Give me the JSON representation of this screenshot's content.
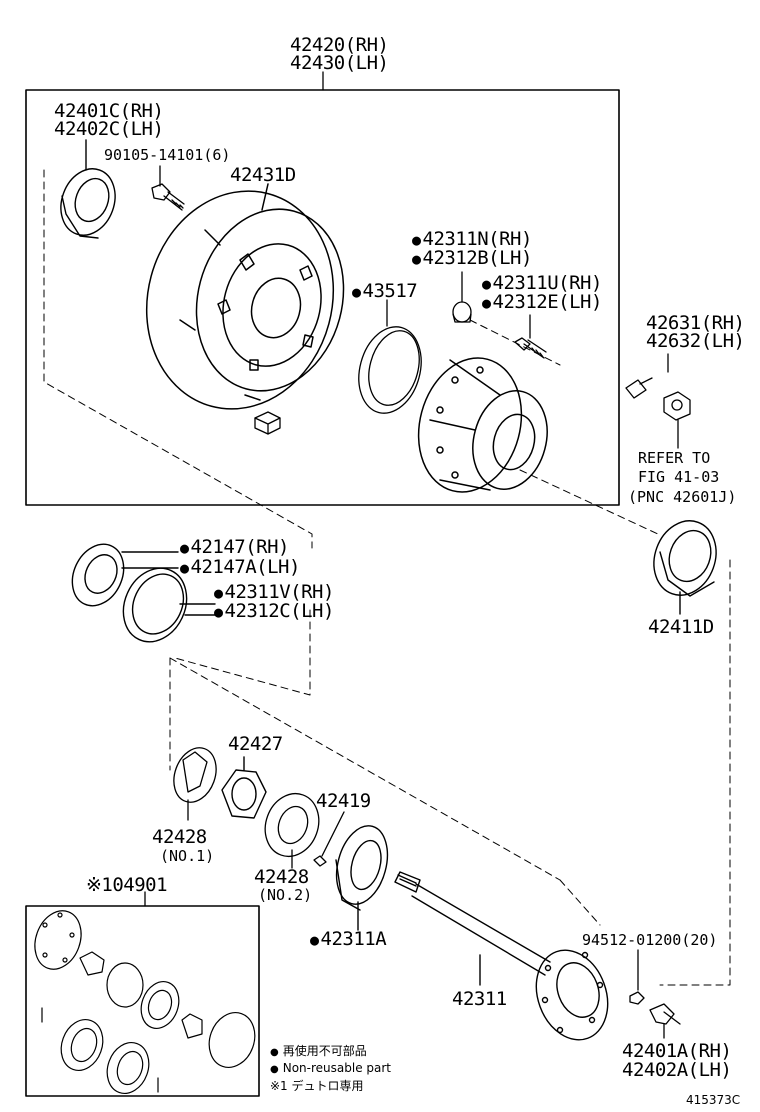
{
  "diagram": {
    "figure_number": "415373C",
    "labels": {
      "drum_assy_rh": "42420(RH)",
      "drum_assy_lh": "42430(LH)",
      "seal_rh": "42401C(RH)",
      "seal_lh": "42402C(LH)",
      "bolt": "90105-14101(6)",
      "drum": "42431D",
      "hub_bolt_rh": "42311N(RH)",
      "hub_bolt_lh": "42312B(LH)",
      "sensor_rotor": "43517",
      "stud_rh": "42311U(RH)",
      "stud_lh": "42312E(LH)",
      "pipe_rh": "42631(RH)",
      "pipe_lh": "42632(LH)",
      "refer_to": "REFER TO",
      "refer_fig": "FIG 41-03",
      "refer_pnc": "(PNC 42601J)",
      "seal_ring_rh": "42147(RH)",
      "seal_ring_lh": "42147A(LH)",
      "oil_seal_rh": "42311V(RH)",
      "oil_seal_lh": "42312C(LH)",
      "bearing": "42411D",
      "nut": "42427",
      "washer_1": "42428",
      "washer_1_note": "(NO.1)",
      "washer_2": "42428",
      "washer_2_note": "(NO.2)",
      "pin": "42419",
      "gasket": "42311A",
      "kit": "※104901",
      "shaft": "42311",
      "washer_bolt": "94512-01200(20)",
      "gasket2_rh": "42401A(RH)",
      "gasket2_lh": "42402A(LH)"
    },
    "legend": {
      "non_reusable_jp": "再使用不可部品",
      "non_reusable_en": "Non-reusable part",
      "note_1": "※1 デュトロ専用"
    }
  }
}
